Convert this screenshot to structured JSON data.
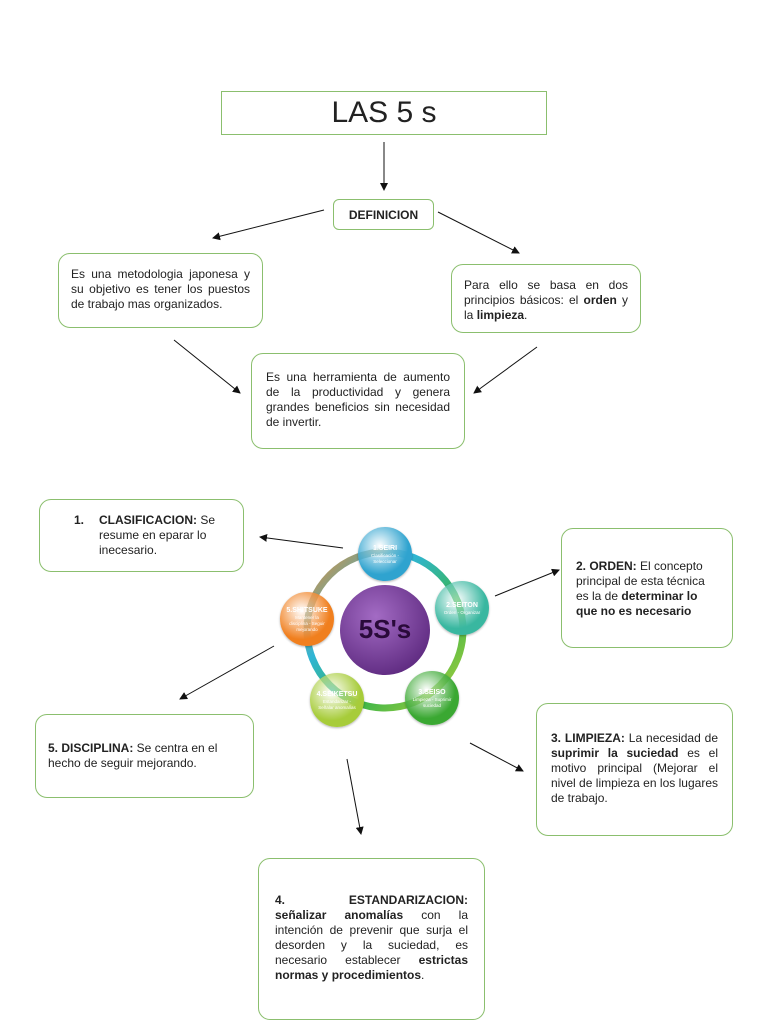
{
  "title": "LAS 5 s",
  "definicion_label": "DEFINICION",
  "def_left": "Es una metodologia japonesa y su objetivo es tener los puestos de trabajo mas organizados.",
  "def_right": {
    "pre": "Para ello se basa en dos principios básicos: el ",
    "orden": "orden",
    "mid": " y la ",
    "limpieza": "limpieza",
    "post": "."
  },
  "def_center": "Es una herramienta de aumento de la productividad y genera grandes beneficios sin necesidad de invertir.",
  "clasificacion": {
    "num": "1.",
    "head": "CLASIFICACION:",
    "text": " Se resume en eparar lo inecesario."
  },
  "orden": {
    "head": "2. ORDEN:",
    "text": " El concepto principal de esta técnica es la de ",
    "bold": "determinar lo que no es necesario"
  },
  "limpieza": {
    "head": "3. LIMPIEZA:",
    "text1": " La necesidad de ",
    "bold": "suprimir la suciedad",
    "text2": " es el motivo principal (Mejorar el nivel de limpieza en los lugares de trabajo."
  },
  "disciplina": {
    "head": "5. DISCIPLINA:",
    "text": " Se centra en el hecho de seguir mejorando."
  },
  "estandarizacion": {
    "num": "4.",
    "head": "ESTANDARIZACION:",
    "bold1": "señalizar anomalías",
    "text1": " con la intención de prevenir que surja el desorden y la suciedad, es necesario establecer ",
    "bold2": "estrictas normas y procedimientos",
    "text2": "."
  },
  "wheel": {
    "center": "5S's",
    "nodes": [
      {
        "title": "1.SEIRI",
        "sub": "Clasificación - Seleccionar",
        "color": "#2fa3cf"
      },
      {
        "title": "2.SEITON",
        "sub": "Orden - Organizar",
        "color": "#39b7a0"
      },
      {
        "title": "3.SEISO",
        "sub": "Limpieza - Suprimir suciedad",
        "color": "#3aa832"
      },
      {
        "title": "4.SEIKETSU",
        "sub": "Estandarizar - Señalar anomalías",
        "color": "#a7cc3a"
      },
      {
        "title": "5.SHITSUKE",
        "sub": "Mantener la disciplina - Seguir mejorando",
        "color": "#f07f1e"
      }
    ],
    "center_color": "#7a3a9a"
  }
}
